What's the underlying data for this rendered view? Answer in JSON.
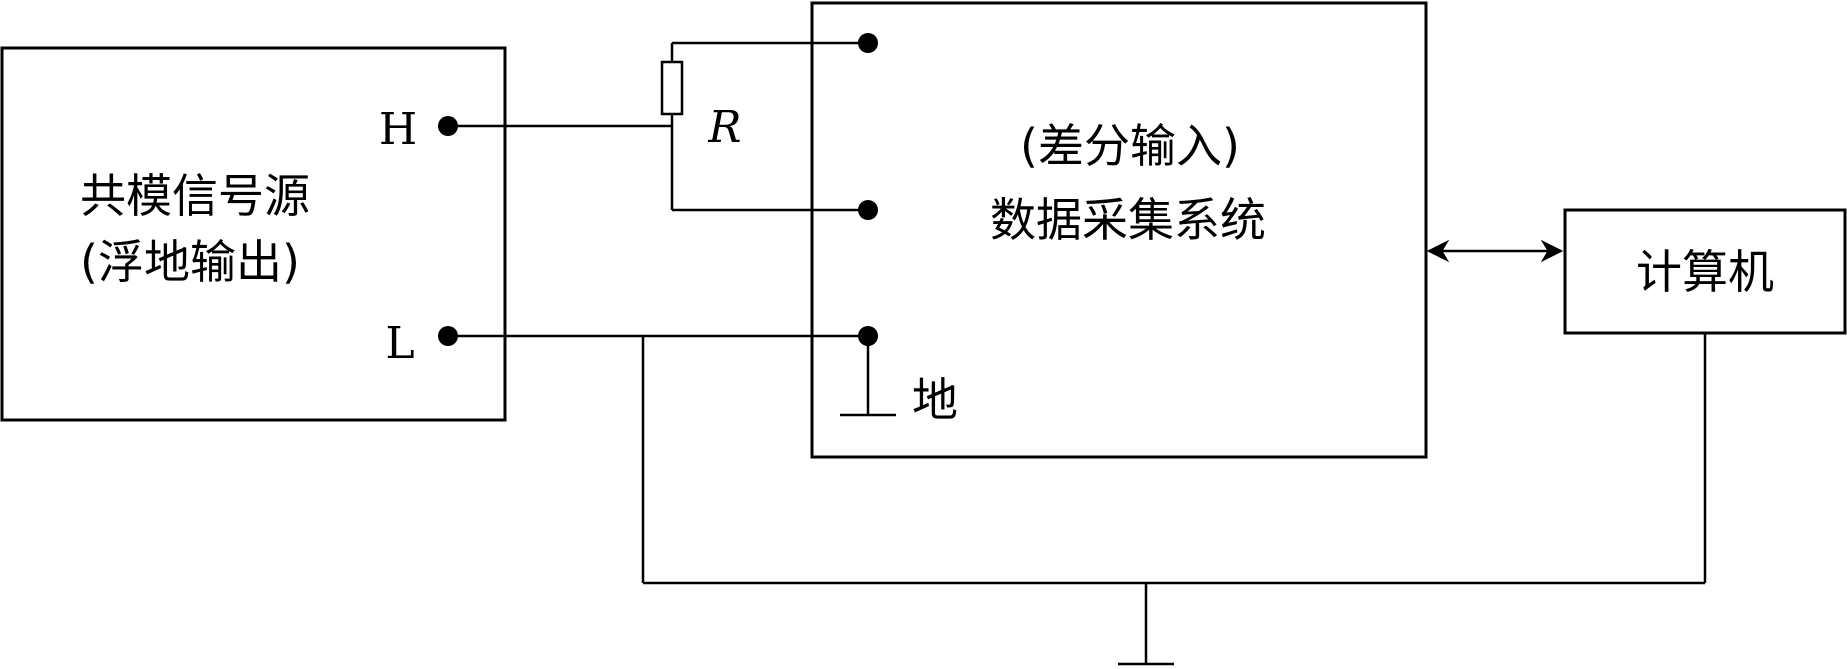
{
  "source_box": {
    "line1": "共模信号源",
    "line2": "(浮地输出)",
    "terminal_high": "H",
    "terminal_low": "L"
  },
  "resistor": {
    "label": "R"
  },
  "daq_box": {
    "line1": "(差分输入)",
    "line2": "数据采集系统",
    "ground_label": "地"
  },
  "computer_box": {
    "label": "计算机"
  }
}
